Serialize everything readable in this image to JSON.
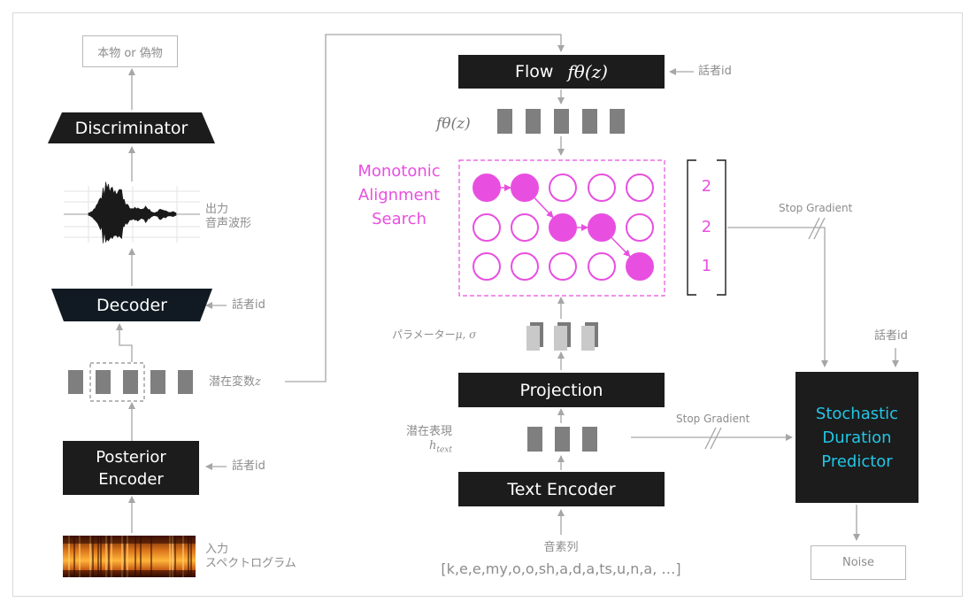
{
  "left": {
    "output_label": "本物 or 偽物",
    "discriminator": "Discriminator",
    "waveform_label_1": "出力",
    "waveform_label_2": "音声波形",
    "decoder": "Decoder",
    "decoder_speaker": "話者id",
    "latent_label": "潜在変数",
    "latent_var": "z",
    "posterior_1": "Posterior",
    "posterior_2": "Encoder",
    "posterior_speaker": "話者id",
    "input_label_1": "入力",
    "input_label_2": "スペクトログラム"
  },
  "middle": {
    "flow_word": "Flow",
    "flow_math": "fθ(z)",
    "flow_speaker": "話者id",
    "f_theta_label": "fθ(z)",
    "mas_1": "Monotonic",
    "mas_2": "Alignment",
    "mas_3": "Search",
    "durations": [
      "2",
      "2",
      "1"
    ],
    "params_prefix": "パラメーター",
    "params_vars": "μ, σ",
    "projection": "Projection",
    "latent_expr_label": "潜在表現",
    "latent_expr_var": "h",
    "latent_expr_sub": "text",
    "text_encoder": "Text Encoder",
    "phoneme_label": "音素列",
    "phoneme_seq": "[k,e,e,my,o,o,sh,a,d,a,ts,u,n,a, …]",
    "alignment_grid": [
      [
        1,
        1,
        0,
        0,
        0
      ],
      [
        0,
        0,
        1,
        1,
        0
      ],
      [
        0,
        0,
        0,
        0,
        1
      ]
    ]
  },
  "right": {
    "stop_gradient_top": "Stop Gradient",
    "stop_gradient_bottom": "Stop Gradient",
    "sdp_speaker": "話者id",
    "sdp_1": "Stochastic",
    "sdp_2": "Duration",
    "sdp_3": "Predictor",
    "noise": "Noise"
  },
  "colors": {
    "box_dark": "#1c1c1c",
    "decoder_dark": "#111a22",
    "magenta": "#e84fe0",
    "cyan": "#22c6e6",
    "arrow_gray": "#a6a6a6",
    "token_gray": "#7f7f7f",
    "label_gray": "#8c8c8c"
  }
}
